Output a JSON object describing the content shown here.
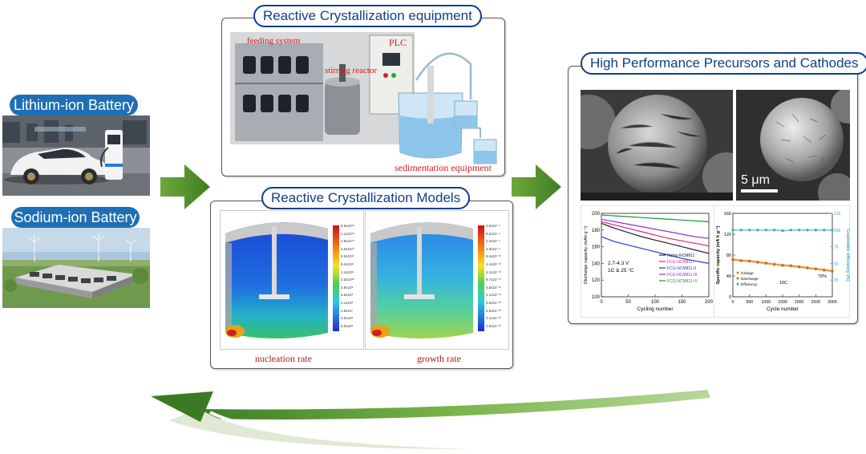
{
  "left": {
    "lithium_label": "Lithium-ion Battery",
    "sodium_label": "Sodium-ion Battery"
  },
  "equipment": {
    "title": "Reactive Crystallization equipment",
    "feeding_label": "feeding system",
    "stirring_label": "stirring reactor",
    "plc_label": "PLC",
    "sedimentation_label": "sedimentation equipment"
  },
  "models": {
    "title": "Reactive Crystallization Models",
    "nucleation_caption": "nucleation rate",
    "growth_caption": "growth rate",
    "nucleation_scale": [
      "6.5x10¹⁵",
      "1.1x10¹⁵",
      "1.8x10¹⁴",
      "3.0x10¹³",
      "5.0x10¹²",
      "8.4x10¹¹",
      "1.4x10¹¹",
      "2.3x10¹⁰",
      "3.9x10⁹",
      "6.5x10⁸",
      "1.1x10⁸",
      "1.8x10⁷",
      "3.0x10⁶",
      "5.0x10⁵"
    ],
    "growth_scale": [
      "2.0x10⁻⁸",
      "9.2x10⁻⁹",
      "4.4x10⁻⁹",
      "2.0x10⁻⁹",
      "9.4x10⁻¹⁰",
      "4.4x10⁻¹⁰",
      "2.1x10⁻¹⁰",
      "9.7x10⁻¹¹",
      "4.5x10⁻¹¹",
      "2.1x10⁻¹¹",
      "9.8x10⁻¹²",
      "4.5x10⁻¹²",
      "2.1x10⁻¹²",
      "1.0x10⁻¹²"
    ]
  },
  "cathodes": {
    "title": "High Performance Precursors and Cathodes",
    "scale_bar": "5 μm"
  },
  "chart_data": [
    {
      "type": "line",
      "xlabel": "Cycling number",
      "ylabel": "Discharge capacity (mAh g⁻¹)",
      "xlim": [
        0,
        200
      ],
      "ylim": [
        100,
        200
      ],
      "xticks": [
        0,
        50,
        100,
        150,
        200
      ],
      "yticks": [
        100,
        120,
        140,
        160,
        180,
        200
      ],
      "annotation": "2.7-4.3 V\n1C & 25 °C",
      "legend": "right",
      "x": [
        0,
        25,
        50,
        75,
        100,
        125,
        150,
        175,
        200
      ],
      "series": [
        {
          "name": "Homo-NCM811",
          "color": "#222222",
          "values": [
            188,
            182,
            177,
            172,
            168,
            164,
            160,
            156,
            152
          ]
        },
        {
          "name": "FCG-NCM811-I",
          "color": "#e0208a",
          "values": [
            190,
            186,
            182,
            178,
            174,
            170,
            167,
            164,
            161
          ]
        },
        {
          "name": "FCG-NCM811-II",
          "color": "#1a3fd8",
          "values": [
            172,
            166,
            162,
            158,
            154,
            150,
            146,
            143,
            140
          ]
        },
        {
          "name": "FCG-NCM811-III",
          "color": "#9b2fc9",
          "values": [
            193,
            190,
            187,
            184,
            181,
            178,
            175,
            172,
            170
          ]
        },
        {
          "name": "FCG-NCM811-IV",
          "color": "#169a2c",
          "values": [
            198,
            197,
            196,
            195,
            194,
            193,
            192,
            191,
            190
          ]
        }
      ]
    },
    {
      "type": "scatter",
      "xlabel": "Cycle number",
      "ylabel": "Specific capacity (mA h g⁻¹)",
      "ylabel_right": "Coulombic efficiency (%)",
      "xlim": [
        0,
        3000
      ],
      "ylim": [
        0,
        160
      ],
      "ylim_right": [
        0,
        125
      ],
      "xticks": [
        0,
        500,
        1000,
        1500,
        2000,
        2500,
        3000
      ],
      "yticks": [
        0,
        40,
        80,
        120,
        160
      ],
      "yticks_right": [
        25,
        50,
        75,
        100,
        125
      ],
      "legend_entries": [
        "Charge",
        "Discharge",
        "Efficiency"
      ],
      "rate_label": "10C",
      "retention_label": "70%",
      "x": [
        0,
        250,
        500,
        750,
        1000,
        1250,
        1500,
        1750,
        2000,
        2250,
        2500,
        2750,
        3000
      ],
      "series": [
        {
          "name": "Charge",
          "color": "#e08a1e",
          "values": [
            72,
            70,
            69,
            67,
            65,
            63,
            61,
            60,
            58,
            56,
            54,
            52,
            50
          ]
        },
        {
          "name": "Discharge",
          "color": "#d46a10",
          "values": [
            71,
            69,
            68,
            66,
            64,
            62,
            60,
            59,
            57,
            55,
            53,
            51,
            49
          ]
        },
        {
          "name": "Efficiency",
          "color": "#2ea6c9",
          "values": [
            100,
            100,
            100,
            100,
            100,
            100,
            99,
            100,
            100,
            100,
            100,
            100,
            100
          ]
        }
      ]
    }
  ]
}
